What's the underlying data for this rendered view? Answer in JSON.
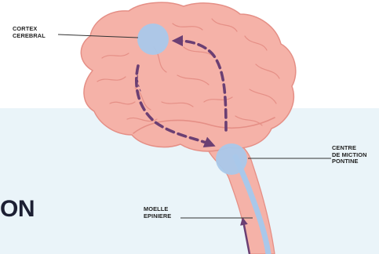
{
  "labels": {
    "cortex": [
      "CORTEX",
      "CEREBRAL"
    ],
    "pontine": [
      "CENTRE",
      "DE MICTION",
      "PONTINE"
    ],
    "spinal": [
      "MOELLE",
      "EPINIERE"
    ]
  },
  "partial_heading": "ON",
  "colors": {
    "background_band": "#eaf4f9",
    "brain": "#f5b2a8",
    "brain_outline": "#e58f86",
    "node": "#a9c8ea",
    "arrow": "#6b3f73",
    "spinal_core": "#a9c8ea"
  },
  "icons": [
    "cortex-node",
    "pontine-node",
    "dashed-arrow",
    "upward-arrow"
  ]
}
